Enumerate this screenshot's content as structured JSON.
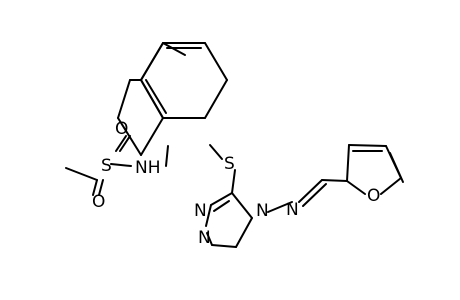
{
  "molecule": {
    "atoms": {
      "O1": "O",
      "O2": "O",
      "S_sulfonyl": "S",
      "NH": "NH",
      "S_thio": "S",
      "N_triazole_4": "N",
      "N_imine": "N",
      "N_triazole_2": "N",
      "N_triazole_1": "N",
      "O_furan": "O"
    },
    "colors": {
      "bond": "#000000",
      "label": "#000000",
      "background": "#ffffff"
    }
  }
}
